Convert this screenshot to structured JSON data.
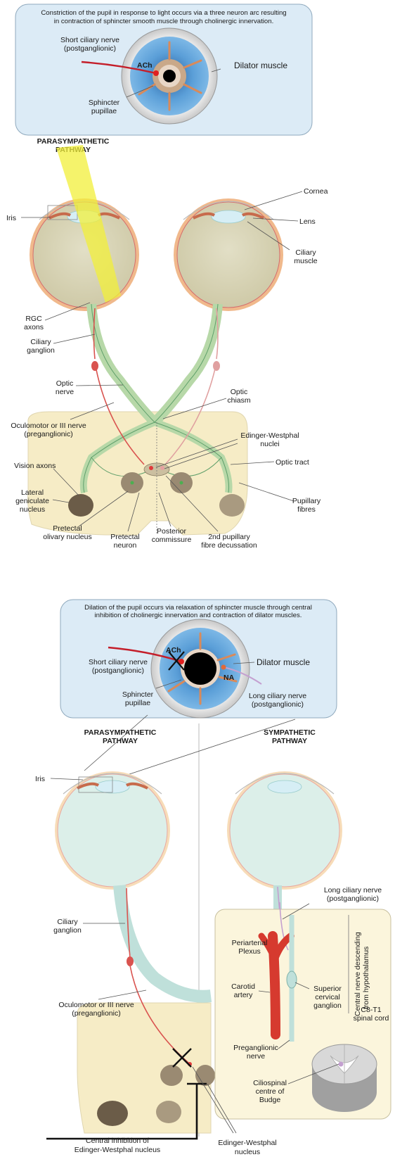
{
  "panel1": {
    "caption": [
      "Constriction of the pupil in response to light occurs via a three neuron arc resulting",
      "in contraction of sphincter smooth muscle through cholinergic innervation."
    ],
    "inset_labels": {
      "short_ciliary": [
        "Short ciliary nerve",
        "(postganglionic)"
      ],
      "ach": "ACh",
      "dilator": "Dilator muscle",
      "sphincter": [
        "Sphincter",
        "pupillae"
      ]
    },
    "pathway_title": [
      "PARASYMPATHETIC",
      "PATHWAY"
    ],
    "labels": {
      "iris": "Iris",
      "cornea": "Cornea",
      "lens": "Lens",
      "ciliary_muscle": [
        "Ciliary",
        "muscle"
      ],
      "rgc": [
        "RGC",
        "axons"
      ],
      "ciliary_ganglion": [
        "Ciliary",
        "ganglion"
      ],
      "optic_nerve": [
        "Optic",
        "nerve"
      ],
      "optic_chiasm": [
        "Optic",
        "chiasm"
      ],
      "oculomotor": [
        "Oculomotor or III nerve",
        "(preganglionic)"
      ],
      "ew_nuclei": [
        "Edinger-Westphal",
        "nuclei"
      ],
      "optic_tract": "Optic tract",
      "vision_axons": "Vision axons",
      "lgn": [
        "Lateral",
        "geniculate",
        "nucleus"
      ],
      "pupillary_fibres": [
        "Pupillary",
        "fibres"
      ],
      "pretectal_olivary": [
        "Pretectal",
        "olivary nucleus"
      ],
      "pretectal_neuron": [
        "Pretectal",
        "neuron"
      ],
      "posterior_commissure": [
        "Posterior",
        "commissure"
      ],
      "decussation": [
        "2nd pupillary",
        "fibre decussation"
      ]
    }
  },
  "panel2": {
    "caption": [
      "Dilation of the pupil occurs via relaxation of sphincter muscle through central",
      "inhibition of cholinergic innervation and contraction of dilator muscles."
    ],
    "inset_labels": {
      "short_ciliary": [
        "Short ciliary nerve",
        "(postganglionic)"
      ],
      "ach": "ACh",
      "na": "NA",
      "dilator": "Dilator muscle",
      "sphincter": [
        "Sphincter",
        "pupillae"
      ],
      "long_ciliary": [
        "Long ciliary nerve",
        "(postganglionic)"
      ]
    },
    "para_title": [
      "PARASYMPATHETIC",
      "PATHWAY"
    ],
    "symp_title": [
      "SYMPATHETIC",
      "PATHWAY"
    ],
    "labels": {
      "iris": "Iris",
      "ciliary_ganglion": [
        "Ciliary",
        "ganglion"
      ],
      "oculomotor": [
        "Oculomotor or III nerve",
        "(preganglionic)"
      ],
      "long_ciliary": [
        "Long ciliary nerve",
        "(postganglionic)"
      ],
      "periarterial": [
        "Periarterial",
        "Plexus"
      ],
      "central_nerve": [
        "Central nerve descending",
        "from hypothalamus"
      ],
      "carotid": [
        "Carotid",
        "artery"
      ],
      "superior_cervical": [
        "Superior",
        "cervical",
        "ganglion"
      ],
      "c8t1": [
        "C8-T1",
        "spinal cord"
      ],
      "preganglionic": [
        "Preganglionic",
        "nerve"
      ],
      "ciliospinal": [
        "Ciliospinal",
        "centre of",
        "Budge"
      ],
      "central_inhibition": [
        "Central inhibition of",
        "Edinger-Westphal nucleus"
      ],
      "ew_nucleus": [
        "Edinger-Westphal",
        "nucleus"
      ]
    }
  },
  "colors": {
    "inset_bg": "#dcebf6",
    "inset_border": "#8fa9bd",
    "iris_blue": "#5b9fd8",
    "eye_fill": "#d8d5b8",
    "brain_fill": "#f6ecc6",
    "nerve_green": "#b7d8a8",
    "nerve_red": "#d9534f",
    "light_yellow": "#f2ef3a",
    "lgn_brown": "#6b5c48",
    "cyan_nerve": "#bfe0da"
  }
}
